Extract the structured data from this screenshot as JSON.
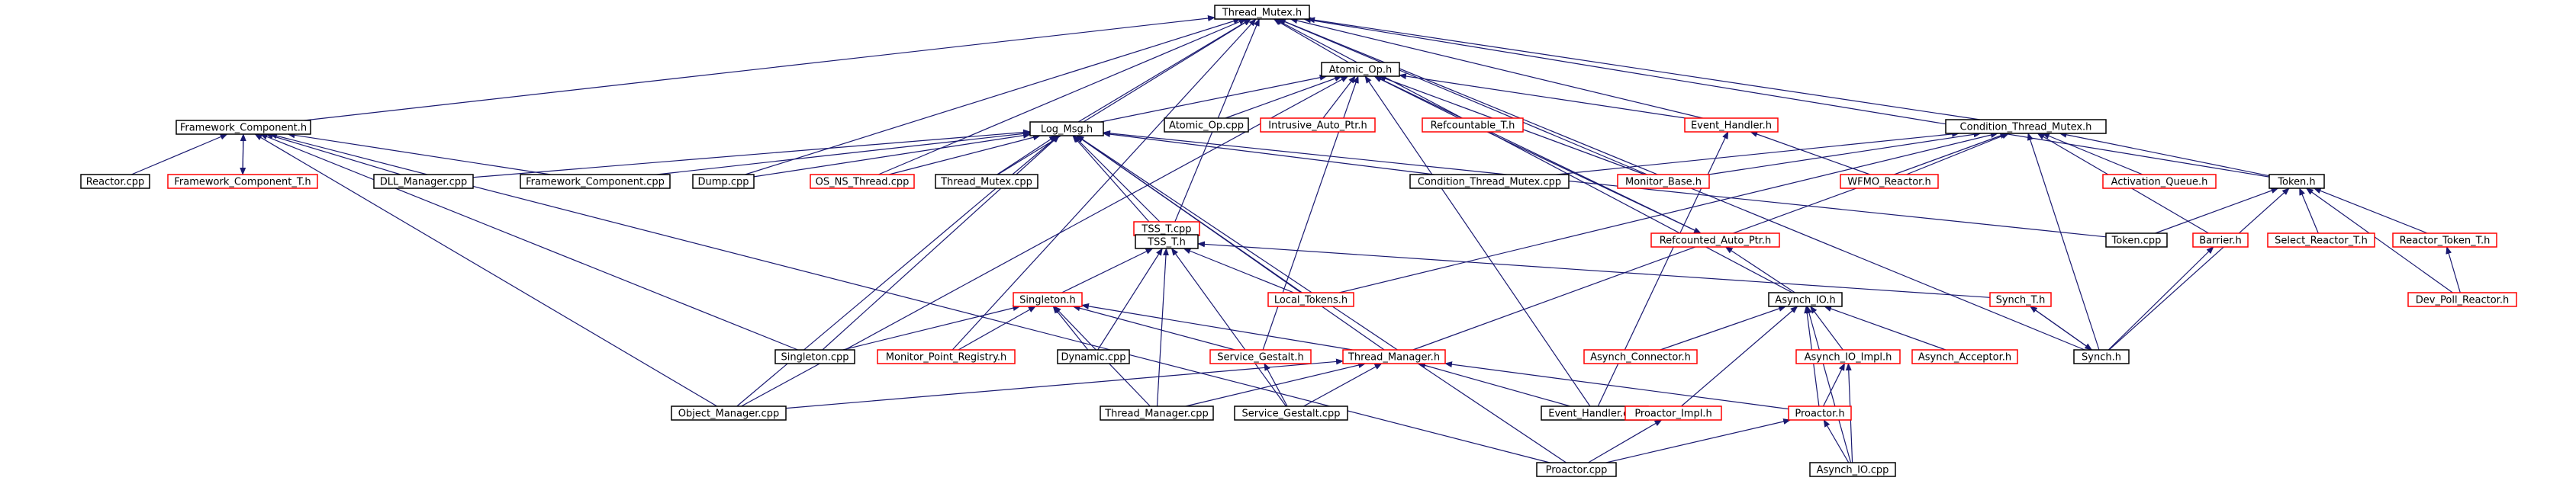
{
  "colors": {
    "edge": "#191970",
    "node_border_default": "#000000",
    "node_border_external": "#ff0000",
    "node_fill_default": "#ffffff",
    "node_fill_focus": "#bfbfbf"
  },
  "nodes": [
    {
      "id": "thread_mutex_h",
      "label": "Thread_Mutex.h",
      "style": "focus"
    },
    {
      "id": "atomic_op_h",
      "label": "Atomic_Op.h",
      "style": "normal"
    },
    {
      "id": "framework_component_h",
      "label": "Framework_Component.h",
      "style": "normal"
    },
    {
      "id": "log_msg_h",
      "label": "Log_Msg.h",
      "style": "normal"
    },
    {
      "id": "atomic_op_cpp",
      "label": "Atomic_Op.cpp",
      "style": "normal"
    },
    {
      "id": "intrusive_auto_ptr_h",
      "label": "Intrusive_Auto_Ptr.h",
      "style": "external"
    },
    {
      "id": "refcountable_t_h",
      "label": "Refcountable_T.h",
      "style": "external"
    },
    {
      "id": "event_handler_h",
      "label": "Event_Handler.h",
      "style": "external"
    },
    {
      "id": "condition_thread_mutex_h",
      "label": "Condition_Thread_Mutex.h",
      "style": "normal"
    },
    {
      "id": "reactor_cpp",
      "label": "Reactor.cpp",
      "style": "normal"
    },
    {
      "id": "framework_component_t_h",
      "label": "Framework_Component_T.h",
      "style": "external"
    },
    {
      "id": "dll_manager_cpp",
      "label": "DLL_Manager.cpp",
      "style": "normal"
    },
    {
      "id": "framework_component_cpp",
      "label": "Framework_Component.cpp",
      "style": "normal"
    },
    {
      "id": "dump_cpp",
      "label": "Dump.cpp",
      "style": "normal"
    },
    {
      "id": "os_ns_thread_cpp",
      "label": "OS_NS_Thread.cpp",
      "style": "external"
    },
    {
      "id": "thread_mutex_cpp",
      "label": "Thread_Mutex.cpp",
      "style": "normal"
    },
    {
      "id": "condition_thread_mutex_cpp",
      "label": "Condition_Thread_Mutex.cpp",
      "style": "normal"
    },
    {
      "id": "monitor_base_h",
      "label": "Monitor_Base.h",
      "style": "external"
    },
    {
      "id": "wfmo_reactor_h",
      "label": "WFMO_Reactor.h",
      "style": "external"
    },
    {
      "id": "activation_queue_h",
      "label": "Activation_Queue.h",
      "style": "external"
    },
    {
      "id": "token_h",
      "label": "Token.h",
      "style": "normal"
    },
    {
      "id": "tss_t_cpp",
      "label": "TSS_T.cpp",
      "style": "external"
    },
    {
      "id": "tss_t_h",
      "label": "TSS_T.h",
      "style": "normal"
    },
    {
      "id": "refcounted_auto_ptr_h",
      "label": "Refcounted_Auto_Ptr.h",
      "style": "external"
    },
    {
      "id": "token_cpp",
      "label": "Token.cpp",
      "style": "normal"
    },
    {
      "id": "barrier_h",
      "label": "Barrier.h",
      "style": "external"
    },
    {
      "id": "select_reactor_t_h",
      "label": "Select_Reactor_T.h",
      "style": "external"
    },
    {
      "id": "reactor_token_t_h",
      "label": "Reactor_Token_T.h",
      "style": "external"
    },
    {
      "id": "singleton_h",
      "label": "Singleton.h",
      "style": "external"
    },
    {
      "id": "local_tokens_h",
      "label": "Local_Tokens.h",
      "style": "external"
    },
    {
      "id": "asynch_io_h",
      "label": "Asynch_IO.h",
      "style": "normal"
    },
    {
      "id": "synch_t_h",
      "label": "Synch_T.h",
      "style": "external"
    },
    {
      "id": "dev_poll_reactor_h",
      "label": "Dev_Poll_Reactor.h",
      "style": "external"
    },
    {
      "id": "singleton_cpp",
      "label": "Singleton.cpp",
      "style": "normal"
    },
    {
      "id": "monitor_point_registry_h",
      "label": "Monitor_Point_Registry.h",
      "style": "external"
    },
    {
      "id": "dynamic_cpp",
      "label": "Dynamic.cpp",
      "style": "normal"
    },
    {
      "id": "service_gestalt_h",
      "label": "Service_Gestalt.h",
      "style": "external"
    },
    {
      "id": "thread_manager_h",
      "label": "Thread_Manager.h",
      "style": "external"
    },
    {
      "id": "asynch_connector_h",
      "label": "Asynch_Connector.h",
      "style": "external"
    },
    {
      "id": "asynch_io_impl_h",
      "label": "Asynch_IO_Impl.h",
      "style": "external"
    },
    {
      "id": "asynch_acceptor_h",
      "label": "Asynch_Acceptor.h",
      "style": "external"
    },
    {
      "id": "synch_h",
      "label": "Synch.h",
      "style": "normal"
    },
    {
      "id": "object_manager_cpp",
      "label": "Object_Manager.cpp",
      "style": "normal"
    },
    {
      "id": "thread_manager_cpp",
      "label": "Thread_Manager.cpp",
      "style": "normal"
    },
    {
      "id": "service_gestalt_cpp",
      "label": "Service_Gestalt.cpp",
      "style": "normal"
    },
    {
      "id": "event_handler_cpp",
      "label": "Event_Handler.cpp",
      "style": "normal"
    },
    {
      "id": "proactor_impl_h",
      "label": "Proactor_Impl.h",
      "style": "external"
    },
    {
      "id": "proactor_h",
      "label": "Proactor.h",
      "style": "external"
    },
    {
      "id": "proactor_cpp",
      "label": "Proactor.cpp",
      "style": "normal"
    },
    {
      "id": "asynch_io_cpp",
      "label": "Asynch_IO.cpp",
      "style": "normal"
    }
  ],
  "edges": [
    [
      "atomic_op_h",
      "thread_mutex_h"
    ],
    [
      "framework_component_h",
      "thread_mutex_h"
    ],
    [
      "log_msg_h",
      "thread_mutex_h"
    ],
    [
      "event_handler_h",
      "thread_mutex_h"
    ],
    [
      "condition_thread_mutex_h",
      "thread_mutex_h"
    ],
    [
      "token_h",
      "thread_mutex_h"
    ],
    [
      "tss_t_h",
      "thread_mutex_h"
    ],
    [
      "dump_cpp",
      "thread_mutex_h"
    ],
    [
      "os_ns_thread_cpp",
      "thread_mutex_h"
    ],
    [
      "thread_mutex_cpp",
      "thread_mutex_h"
    ],
    [
      "monitor_base_h",
      "thread_mutex_h"
    ],
    [
      "asynch_io_h",
      "thread_mutex_h"
    ],
    [
      "synch_h",
      "thread_mutex_h"
    ],
    [
      "monitor_point_registry_h",
      "thread_mutex_h"
    ],
    [
      "atomic_op_cpp",
      "atomic_op_h"
    ],
    [
      "intrusive_auto_ptr_h",
      "atomic_op_h"
    ],
    [
      "refcountable_t_h",
      "atomic_op_h"
    ],
    [
      "event_handler_h",
      "atomic_op_h"
    ],
    [
      "log_msg_h",
      "atomic_op_h"
    ],
    [
      "object_manager_cpp",
      "atomic_op_h"
    ],
    [
      "monitor_base_h",
      "atomic_op_h"
    ],
    [
      "refcounted_auto_ptr_h",
      "atomic_op_h"
    ],
    [
      "service_gestalt_h",
      "atomic_op_h"
    ],
    [
      "event_handler_cpp",
      "atomic_op_h"
    ],
    [
      "reactor_cpp",
      "framework_component_h"
    ],
    [
      "framework_component_t_h",
      "framework_component_h"
    ],
    [
      "dll_manager_cpp",
      "framework_component_h"
    ],
    [
      "framework_component_cpp",
      "framework_component_h"
    ],
    [
      "singleton_cpp",
      "framework_component_h"
    ],
    [
      "object_manager_cpp",
      "framework_component_h"
    ],
    [
      "proactor_cpp",
      "framework_component_h"
    ],
    [
      "framework_component_h",
      "framework_component_t_h"
    ],
    [
      "dll_manager_cpp",
      "log_msg_h"
    ],
    [
      "framework_component_cpp",
      "log_msg_h"
    ],
    [
      "dump_cpp",
      "log_msg_h"
    ],
    [
      "os_ns_thread_cpp",
      "log_msg_h"
    ],
    [
      "thread_mutex_cpp",
      "log_msg_h"
    ],
    [
      "condition_thread_mutex_cpp",
      "log_msg_h"
    ],
    [
      "token_cpp",
      "log_msg_h"
    ],
    [
      "tss_t_cpp",
      "log_msg_h"
    ],
    [
      "tss_t_h",
      "log_msg_h"
    ],
    [
      "local_tokens_h",
      "log_msg_h"
    ],
    [
      "singleton_cpp",
      "log_msg_h"
    ],
    [
      "object_manager_cpp",
      "log_msg_h"
    ],
    [
      "thread_manager_h",
      "log_msg_h"
    ],
    [
      "proactor_cpp",
      "log_msg_h"
    ],
    [
      "refcountable_t_h",
      "refcounted_auto_ptr_h"
    ],
    [
      "wfmo_reactor_h",
      "event_handler_h"
    ],
    [
      "event_handler_cpp",
      "event_handler_h"
    ],
    [
      "condition_thread_mutex_cpp",
      "condition_thread_mutex_h"
    ],
    [
      "monitor_base_h",
      "condition_thread_mutex_h"
    ],
    [
      "wfmo_reactor_h",
      "condition_thread_mutex_h"
    ],
    [
      "activation_queue_h",
      "condition_thread_mutex_h"
    ],
    [
      "token_h",
      "condition_thread_mutex_h"
    ],
    [
      "barrier_h",
      "condition_thread_mutex_h"
    ],
    [
      "synch_h",
      "condition_thread_mutex_h"
    ],
    [
      "local_tokens_h",
      "condition_thread_mutex_h"
    ],
    [
      "thread_manager_h",
      "condition_thread_mutex_h"
    ],
    [
      "token_cpp",
      "token_h"
    ],
    [
      "select_reactor_t_h",
      "token_h"
    ],
    [
      "reactor_token_t_h",
      "token_h"
    ],
    [
      "dev_poll_reactor_h",
      "token_h"
    ],
    [
      "synch_h",
      "token_h"
    ],
    [
      "dev_poll_reactor_h",
      "reactor_token_t_h"
    ],
    [
      "tss_t_h",
      "tss_t_cpp"
    ],
    [
      "tss_t_cpp",
      "tss_t_h"
    ],
    [
      "singleton_h",
      "tss_t_h"
    ],
    [
      "local_tokens_h",
      "tss_t_h"
    ],
    [
      "synch_t_h",
      "tss_t_h"
    ],
    [
      "dynamic_cpp",
      "tss_t_h"
    ],
    [
      "service_gestalt_cpp",
      "tss_t_h"
    ],
    [
      "thread_manager_cpp",
      "tss_t_h"
    ],
    [
      "singleton_cpp",
      "singleton_h"
    ],
    [
      "monitor_point_registry_h",
      "singleton_h"
    ],
    [
      "dynamic_cpp",
      "singleton_h"
    ],
    [
      "service_gestalt_h",
      "singleton_h"
    ],
    [
      "thread_manager_h",
      "singleton_h"
    ],
    [
      "thread_manager_cpp",
      "singleton_h"
    ],
    [
      "asynch_io_h",
      "refcounted_auto_ptr_h"
    ],
    [
      "asynch_connector_h",
      "asynch_io_h"
    ],
    [
      "asynch_io_impl_h",
      "asynch_io_h"
    ],
    [
      "asynch_acceptor_h",
      "asynch_io_h"
    ],
    [
      "proactor_impl_h",
      "asynch_io_h"
    ],
    [
      "proactor_h",
      "asynch_io_h"
    ],
    [
      "asynch_io_cpp",
      "asynch_io_h"
    ],
    [
      "synch_h",
      "synch_t_h"
    ],
    [
      "synch_t_h",
      "synch_h"
    ],
    [
      "synch_h",
      "barrier_h"
    ],
    [
      "service_gestalt_cpp",
      "service_gestalt_h"
    ],
    [
      "object_manager_cpp",
      "thread_manager_h"
    ],
    [
      "thread_manager_cpp",
      "thread_manager_h"
    ],
    [
      "service_gestalt_cpp",
      "thread_manager_h"
    ],
    [
      "event_handler_cpp",
      "thread_manager_h"
    ],
    [
      "proactor_h",
      "thread_manager_h"
    ],
    [
      "proactor_h",
      "asynch_io_impl_h"
    ],
    [
      "asynch_io_cpp",
      "asynch_io_impl_h"
    ],
    [
      "proactor_cpp",
      "proactor_impl_h"
    ],
    [
      "proactor_cpp",
      "proactor_h"
    ],
    [
      "asynch_io_cpp",
      "proactor_h"
    ]
  ]
}
